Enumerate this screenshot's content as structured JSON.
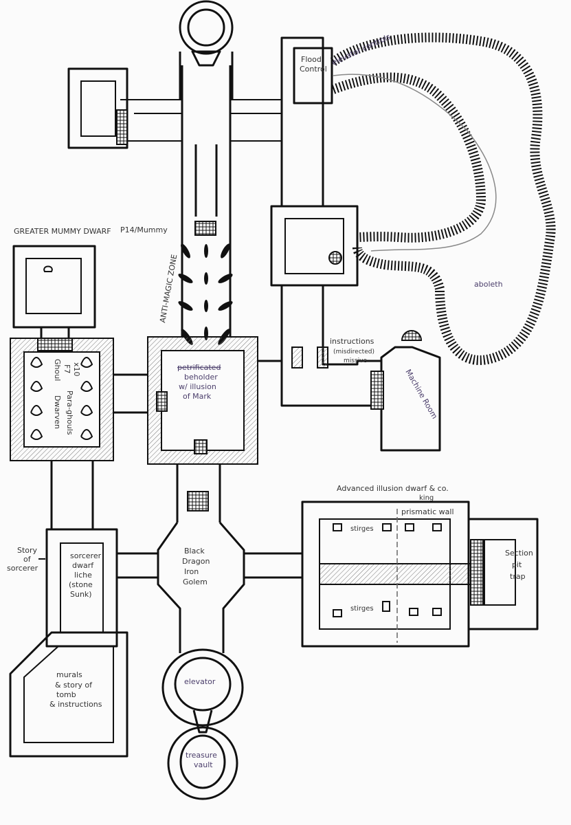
{
  "map": {
    "labels": {
      "greater_mummy": "GREATER MUMMY DWARF",
      "p14": "P14/Mummy",
      "anti_magic": "ANTI-MAGIC ZONE",
      "elevator_controls": "elevator controls",
      "flood_control_1": "Flood",
      "flood_control_2": "Control",
      "aboleth": "aboleth",
      "instructions_1": "instructions",
      "instructions_2": "(misdirected)",
      "instructions_3": "missive",
      "machine_room": "Machine Room",
      "ghoul_1": "Ghoul",
      "ghoul_2": "F7",
      "ghoul_3": "x10",
      "dwarven_1": "Dwarven",
      "dwarven_2": "Para-ghouls",
      "beholder_0": "petrificated",
      "beholder_1": "beholder",
      "beholder_2": "w/ illusion",
      "beholder_3": "of Mark",
      "advanced_1": "Advanced illusion dwarf & co.",
      "advanced_2": "king",
      "prismatic": "prismatic wall",
      "stirges_1": "stirges",
      "stirges_2": "stirges",
      "section_1": "Section",
      "section_2": "pit",
      "section_3": "trap",
      "story_1": "Story",
      "story_2": "of",
      "story_3": "sorcerer",
      "sorcerer_1": "sorcerer",
      "sorcerer_2": "dwarf",
      "sorcerer_3": "liche",
      "sorcerer_4": "(stone",
      "sorcerer_5": "Sunk)",
      "dragon_1": "Black",
      "dragon_2": "Dragon",
      "dragon_3": "Iron",
      "dragon_4": "Golem",
      "morals_1": "murals",
      "morals_2": "& story of",
      "morals_3": "tomb",
      "morals_4": "& instructions",
      "elevator": "elevator",
      "treasure_1": "treasure",
      "treasure_2": "vault"
    }
  }
}
